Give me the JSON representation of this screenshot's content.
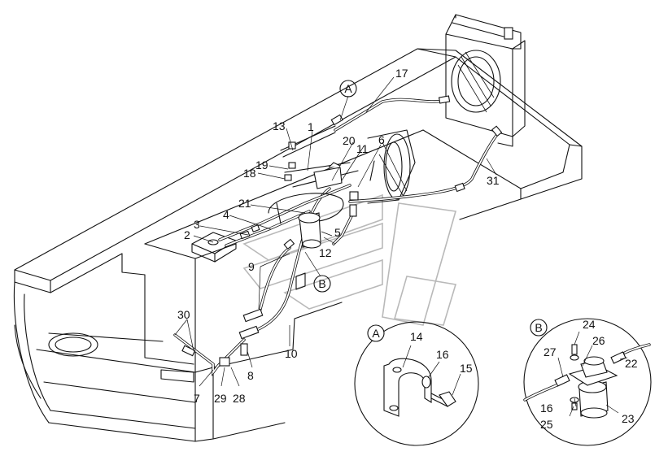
{
  "parts": {
    "p1": "1",
    "p2": "2",
    "p3": "3",
    "p4": "4",
    "p5": "5",
    "p6": "6",
    "p7": "7",
    "p8": "8",
    "p9": "9",
    "p10": "10",
    "p11": "11",
    "p12": "12",
    "p13": "13",
    "p14": "14",
    "p15": "15",
    "p16": "16",
    "p16b": "16",
    "p17": "17",
    "p18": "18",
    "p19": "19",
    "p20": "20",
    "p21": "21",
    "p22": "22",
    "p23": "23",
    "p24": "24",
    "p25": "25",
    "p26": "26",
    "p27": "27",
    "p28": "28",
    "p29": "29",
    "p30": "30",
    "p31": "31"
  },
  "views": {
    "a": "A",
    "a_ref": "A",
    "b": "B",
    "b_ref": "B"
  },
  "icons": {
    "watermark": "watermark-logo-icon"
  }
}
